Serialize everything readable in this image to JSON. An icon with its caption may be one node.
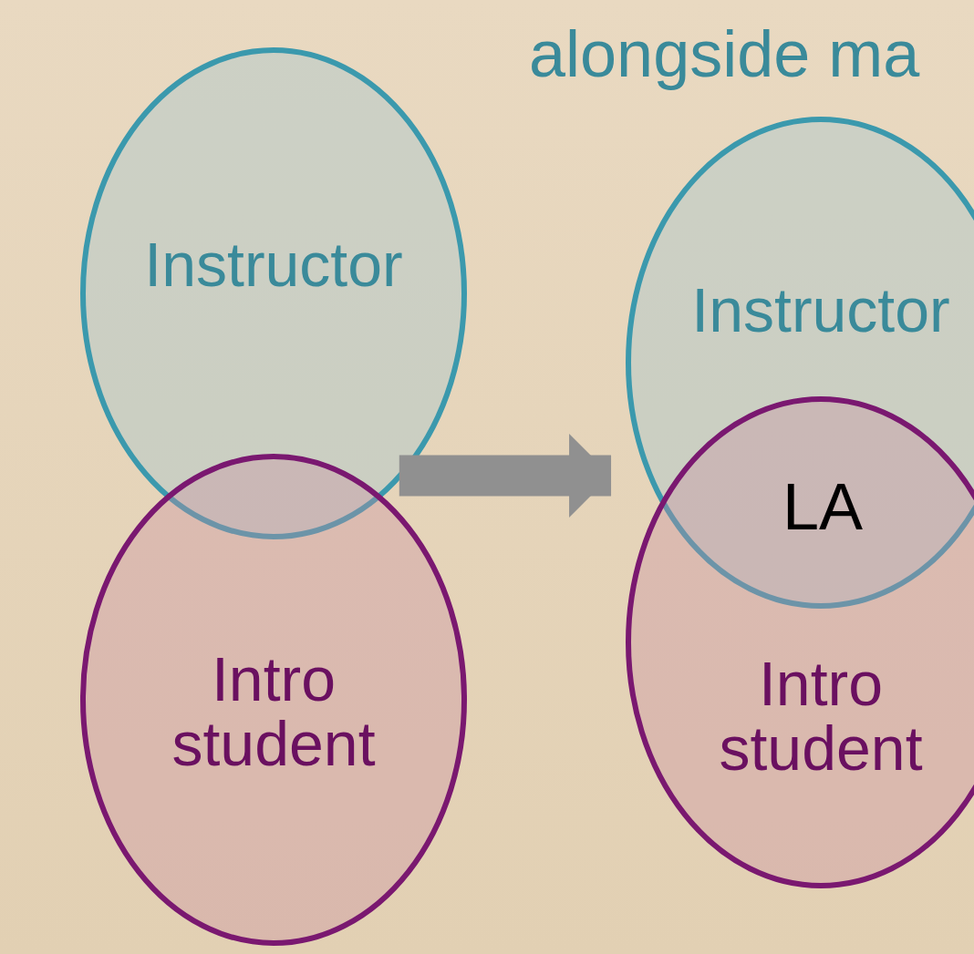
{
  "diagram": {
    "title": "alongside ma",
    "nodes": [
      {
        "text": [
          "Instructor"
        ]
      },
      {
        "text": [
          "Intro student"
        ]
      },
      {
        "text": [
          "Instructor"
        ]
      },
      {
        "text": [
          "Intro student"
        ]
      }
    ],
    "edges": [
      {
        "from": 0,
        "to": 2,
        "arrow": "to"
      }
    ],
    "labels": [
      "LA"
    ]
  }
}
